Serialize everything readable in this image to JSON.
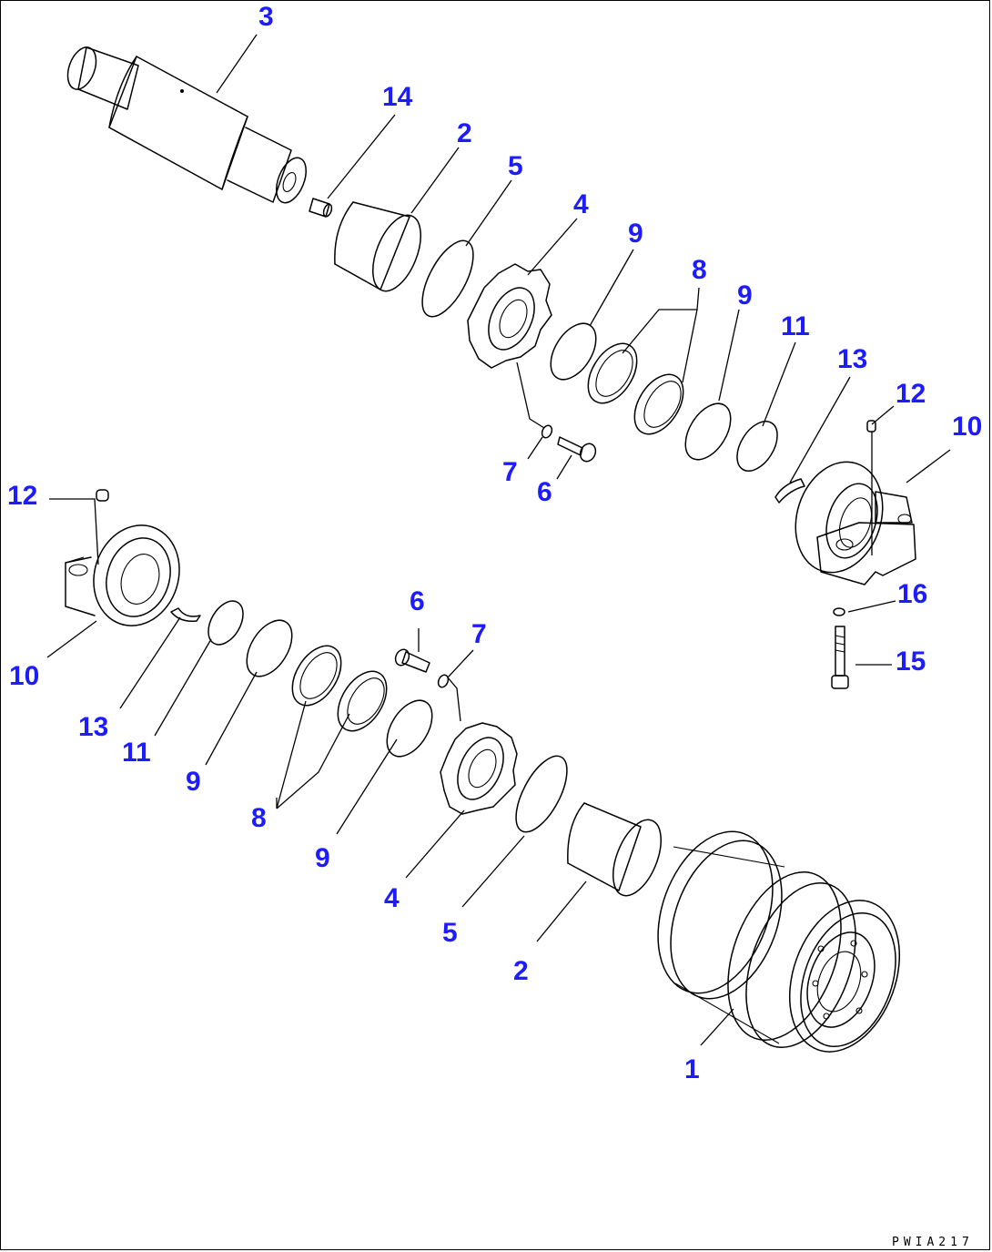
{
  "diagram": {
    "drawing_code": "PWIA217",
    "callouts": [
      {
        "id": "c-3",
        "text": "3"
      },
      {
        "id": "c-14",
        "text": "14"
      },
      {
        "id": "c-2a",
        "text": "2"
      },
      {
        "id": "c-5a",
        "text": "5"
      },
      {
        "id": "c-4a",
        "text": "4"
      },
      {
        "id": "c-9a",
        "text": "9"
      },
      {
        "id": "c-8a",
        "text": "8"
      },
      {
        "id": "c-9b",
        "text": "9"
      },
      {
        "id": "c-11a",
        "text": "11"
      },
      {
        "id": "c-13a",
        "text": "13"
      },
      {
        "id": "c-12a",
        "text": "12"
      },
      {
        "id": "c-10a",
        "text": "10"
      },
      {
        "id": "c-7a",
        "text": "7"
      },
      {
        "id": "c-6a",
        "text": "6"
      },
      {
        "id": "c-12b",
        "text": "12"
      },
      {
        "id": "c-16",
        "text": "16"
      },
      {
        "id": "c-15",
        "text": "15"
      },
      {
        "id": "c-6b",
        "text": "6"
      },
      {
        "id": "c-7b",
        "text": "7"
      },
      {
        "id": "c-10b",
        "text": "10"
      },
      {
        "id": "c-13b",
        "text": "13"
      },
      {
        "id": "c-11b",
        "text": "11"
      },
      {
        "id": "c-9c",
        "text": "9"
      },
      {
        "id": "c-8b",
        "text": "8"
      },
      {
        "id": "c-9d",
        "text": "9"
      },
      {
        "id": "c-4b",
        "text": "4"
      },
      {
        "id": "c-5b",
        "text": "5"
      },
      {
        "id": "c-2b",
        "text": "2"
      },
      {
        "id": "c-1",
        "text": "1"
      }
    ]
  }
}
